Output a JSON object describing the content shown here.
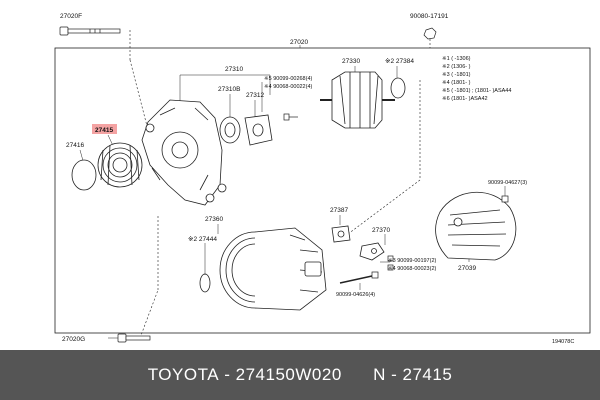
{
  "callouts": {
    "c27020F": "27020F",
    "c90080": "90080-17191",
    "c27020": "27020",
    "c27310": "27310",
    "c27330": "27330",
    "c27384": "※2 27384",
    "c90099_00268": "※5 90099-00268(4)",
    "c90068_00022": "※4 90068-00022(4)",
    "c27310B": "27310B",
    "c27312": "27312",
    "c27415": "27415",
    "c27416": "27416",
    "c90099_04627": "90099-04627(3)",
    "c27387": "27387",
    "c27360": "27360",
    "c27444": "※2 27444",
    "c27370": "27370",
    "c90099_00197": "※3 90099-00197(2)",
    "c90068_00023": "※4 90068-00023(2)",
    "c27039": "27039",
    "c90099_04626": "90099-04626(4)",
    "c27020G": "27020G",
    "figcode": "194078C"
  },
  "legend": [
    "※1 (      -1306)",
    "※2 (1306-      )",
    "※3 (      -1801)",
    "※4 (1801-      )",
    "※5 (      -1801) ; (1801-      )ASA44",
    "※6 (1801-      )ASA42"
  ],
  "footer": {
    "brand": "TOYOTA",
    "part_number": "274150W020",
    "ref": "N - 27415"
  },
  "colors": {
    "highlight": "#f4a3a3",
    "footer_bg": "#555555"
  }
}
